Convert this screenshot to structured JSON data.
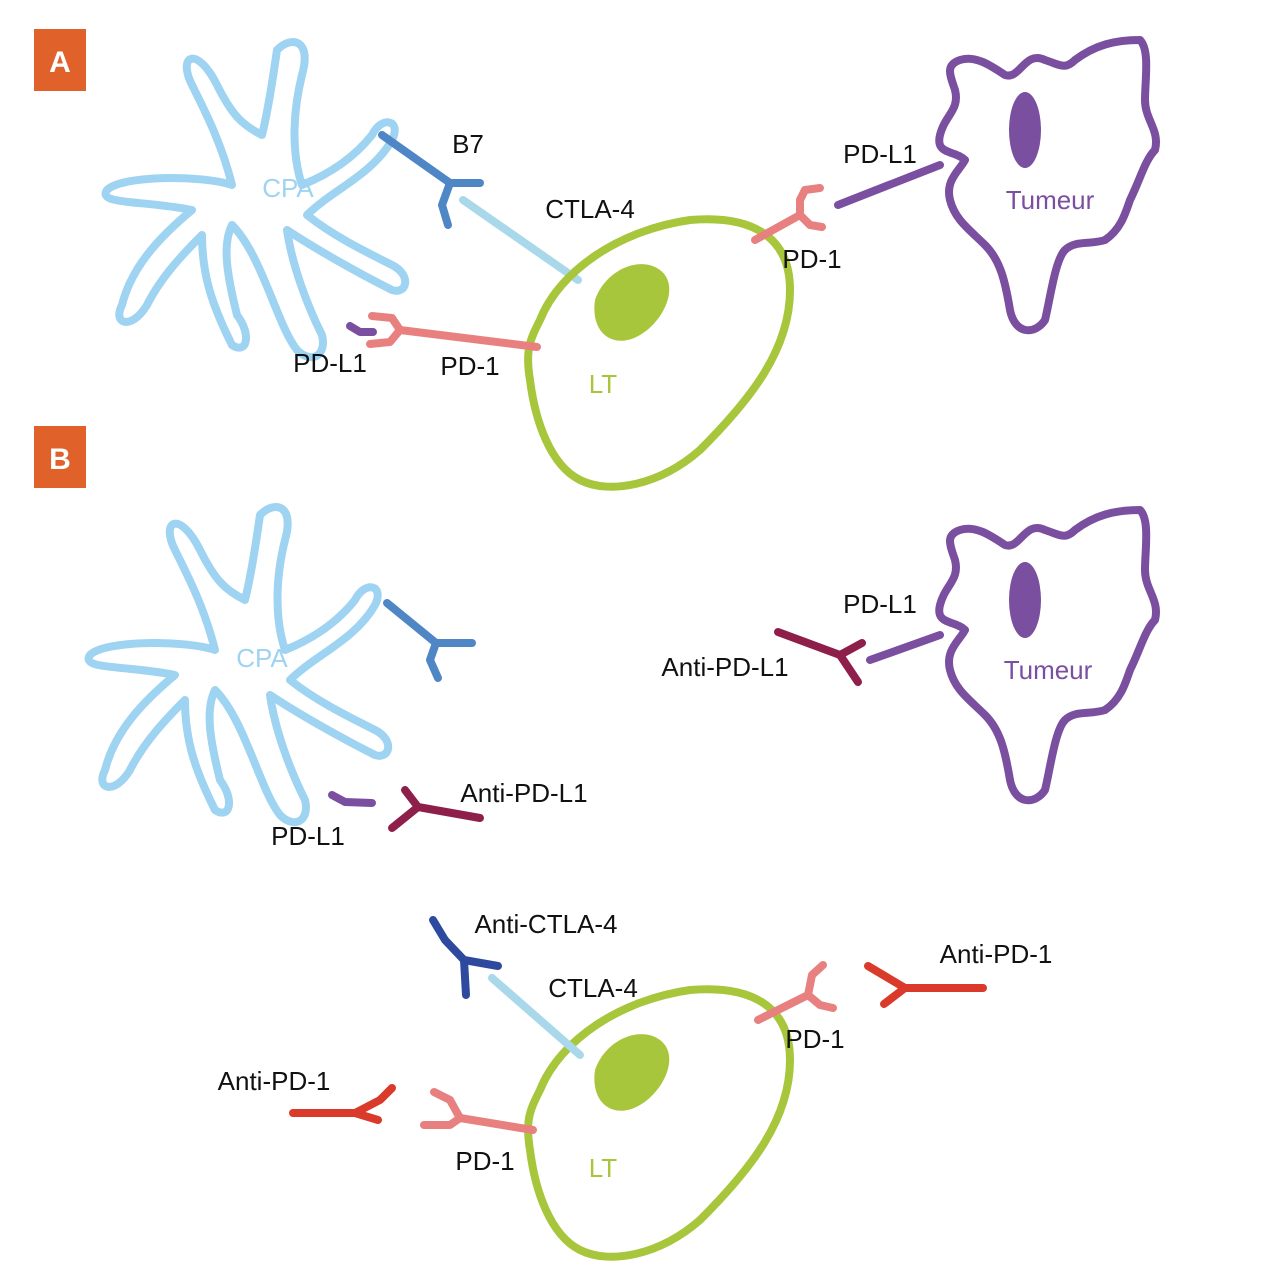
{
  "colors": {
    "panel_badge": "#e0622a",
    "cpa": "#9fd3f2",
    "b7": "#4f86c6",
    "ctla4": "#a9d8ea",
    "lt": "#a8c63c",
    "pd1": "#e88080",
    "pdl1": "#7b4fa0",
    "tumeur": "#7b4fa0",
    "anti_pdl1": "#8e1f4a",
    "anti_pd1": "#d93a2a",
    "anti_ctla4": "#2e4a9e"
  },
  "panels": {
    "a": {
      "letter": "A",
      "cells": {
        "cpa": "CPA",
        "lt": "LT",
        "tumeur": "Tumeur"
      },
      "labels": {
        "b7": "B7",
        "ctla4": "CTLA-4",
        "pdl1_cpa": "PD-L1",
        "pd1_left": "PD-1",
        "pd1_right": "PD-1",
        "pdl1_tumeur": "PD-L1"
      }
    },
    "b": {
      "letter": "B",
      "cells": {
        "cpa": "CPA",
        "lt": "LT",
        "tumeur": "Tumeur"
      },
      "labels": {
        "pdl1_cpa": "PD-L1",
        "anti_pdl1_cpa": "Anti-PD-L1",
        "pdl1_tumeur": "PD-L1",
        "anti_pdl1_tumeur": "Anti-PD-L1",
        "anti_ctla4": "Anti-CTLA-4",
        "ctla4": "CTLA-4",
        "anti_pd1_right": "Anti-PD-1",
        "pd1_right": "PD-1",
        "anti_pd1_left": "Anti-PD-1",
        "pd1_left": "PD-1"
      }
    }
  }
}
